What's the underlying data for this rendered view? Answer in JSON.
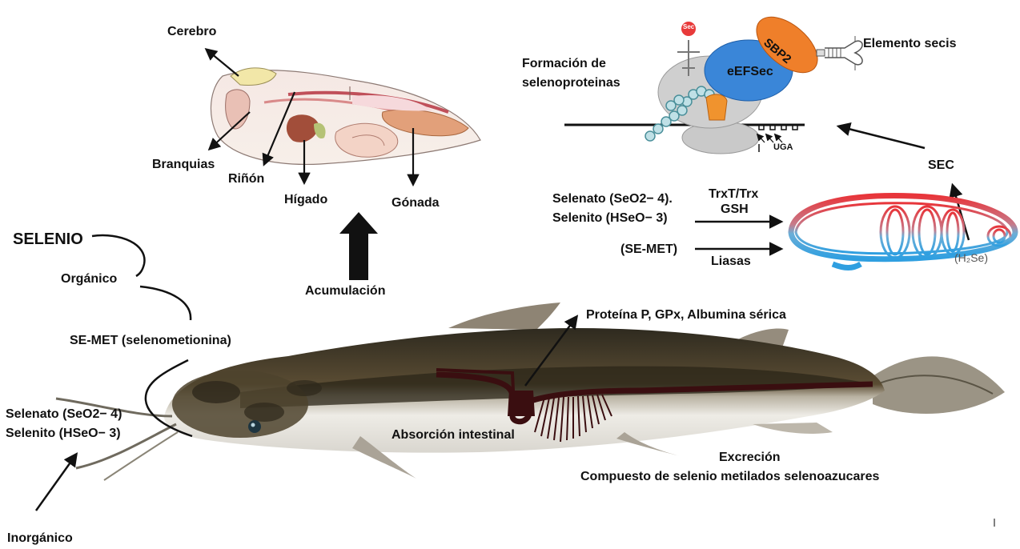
{
  "labels": {
    "selenio": "SELENIO",
    "organico": "Orgánico",
    "se_met_full": "SE-MET (selenometionina)",
    "selenato_left": "Selenato (SeO2− 4)",
    "selenito_left": "Selenito (HSeO− 3)",
    "inorganico": "Inorgánico",
    "cerebro": "Cerebro",
    "branquias": "Branquias",
    "rinon": "Riñón",
    "higado": "Hígado",
    "gonada": "Gónada",
    "acumulacion": "Acumulación",
    "formacion_line1": "Formación de",
    "formacion_line2": "selenoproteinas",
    "sec_trna": "Sec",
    "sbp2": "SBP2",
    "eefsec": "eEFSec",
    "elemento_secis": "Elemento secis",
    "uga": "UGA",
    "sec": "SEC",
    "selenato_right": "Selenato (SeO2− 4).",
    "selenito_right": "Selenito (HSeO− 3)",
    "trxt_trx": "TrxT/Trx",
    "gsh": "GSH",
    "se_met_short": "(SE-MET)",
    "liasas": "Liasas",
    "h2se": "(H₂Se)",
    "proteina": "Proteína  P, GPx, Albumina sérica",
    "absorcion": "Absorción intestinal",
    "excrecion": "Excreción",
    "compuesto": "Compuesto de selenio metilados selenoazucares"
  },
  "colors": {
    "orange": "#ef7f2a",
    "blue": "#3a86d8",
    "sec_red": "#e83a3a",
    "intestine": "#3a0e10",
    "fish_dark": "#3b3526",
    "fish_light": "#e7e4dd",
    "organ_pink": "#e9a9a3",
    "ribosome": "#c9c9c9",
    "loop_red": "#e8353a",
    "loop_blue": "#35a3e0"
  }
}
